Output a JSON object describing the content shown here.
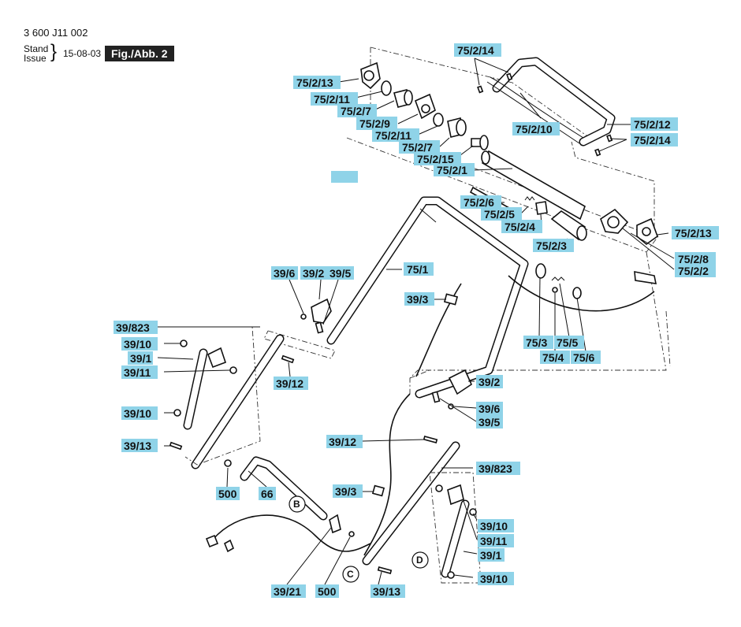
{
  "header": {
    "doc_number": "3 600 J11 002",
    "stand": "Stand",
    "issue": "Issue",
    "date": "15-08-03",
    "fig_label": "Fig./Abb. 2"
  },
  "colors": {
    "highlight": "#8fd3e8",
    "ink": "#111111",
    "badge": "#222222"
  },
  "callouts": [
    {
      "id": "c1",
      "text": "75/2/14"
    },
    {
      "id": "c2",
      "text": "75/2/13"
    },
    {
      "id": "c3",
      "text": "75/2/11"
    },
    {
      "id": "c4",
      "text": "75/2/7"
    },
    {
      "id": "c5",
      "text": "75/2/9"
    },
    {
      "id": "c6",
      "text": "75/2/11"
    },
    {
      "id": "c7",
      "text": "75/2/7"
    },
    {
      "id": "c8",
      "text": "75/2/15"
    },
    {
      "id": "c9",
      "text": "75/2/10"
    },
    {
      "id": "c10",
      "text": "75/2/12"
    },
    {
      "id": "c11",
      "text": "75/2/14"
    },
    {
      "id": "c12",
      "text": "75/2/1"
    },
    {
      "id": "c13",
      "text": "75/2/6"
    },
    {
      "id": "c14",
      "text": "75/2/5"
    },
    {
      "id": "c15",
      "text": "75/2/4"
    },
    {
      "id": "c16",
      "text": "75/2/3"
    },
    {
      "id": "c17",
      "text": "75/2/13"
    },
    {
      "id": "c18",
      "text": "75/2/8"
    },
    {
      "id": "c19",
      "text": "75/2/2"
    },
    {
      "id": "c20",
      "text": "75/1"
    },
    {
      "id": "c21",
      "text": "39/6"
    },
    {
      "id": "c22",
      "text": "39/2"
    },
    {
      "id": "c23",
      "text": "39/5"
    },
    {
      "id": "c24",
      "text": "39/3"
    },
    {
      "id": "c25",
      "text": "75/3"
    },
    {
      "id": "c26",
      "text": "75/5"
    },
    {
      "id": "c27",
      "text": "75/4"
    },
    {
      "id": "c28",
      "text": "75/6"
    },
    {
      "id": "c29",
      "text": "39/823"
    },
    {
      "id": "c30",
      "text": "39/10"
    },
    {
      "id": "c31",
      "text": "39/1"
    },
    {
      "id": "c32",
      "text": "39/11"
    },
    {
      "id": "c33",
      "text": "39/12"
    },
    {
      "id": "c34",
      "text": "39/2"
    },
    {
      "id": "c35",
      "text": "39/6"
    },
    {
      "id": "c36",
      "text": "39/5"
    },
    {
      "id": "c37",
      "text": "39/10"
    },
    {
      "id": "c38",
      "text": "39/12"
    },
    {
      "id": "c39",
      "text": "39/13"
    },
    {
      "id": "c40",
      "text": "39/823"
    },
    {
      "id": "c41",
      "text": "500"
    },
    {
      "id": "c42",
      "text": "66"
    },
    {
      "id": "c43",
      "text": "39/3"
    },
    {
      "id": "c44",
      "text": "39/10"
    },
    {
      "id": "c45",
      "text": "39/11"
    },
    {
      "id": "c46",
      "text": "39/1"
    },
    {
      "id": "c47",
      "text": "39/10"
    },
    {
      "id": "c48",
      "text": "39/21"
    },
    {
      "id": "c49",
      "text": "500"
    },
    {
      "id": "c50",
      "text": "39/13"
    }
  ],
  "markers": [
    {
      "id": "m1",
      "text": "B"
    },
    {
      "id": "m2",
      "text": "C"
    },
    {
      "id": "m3",
      "text": "D"
    }
  ]
}
